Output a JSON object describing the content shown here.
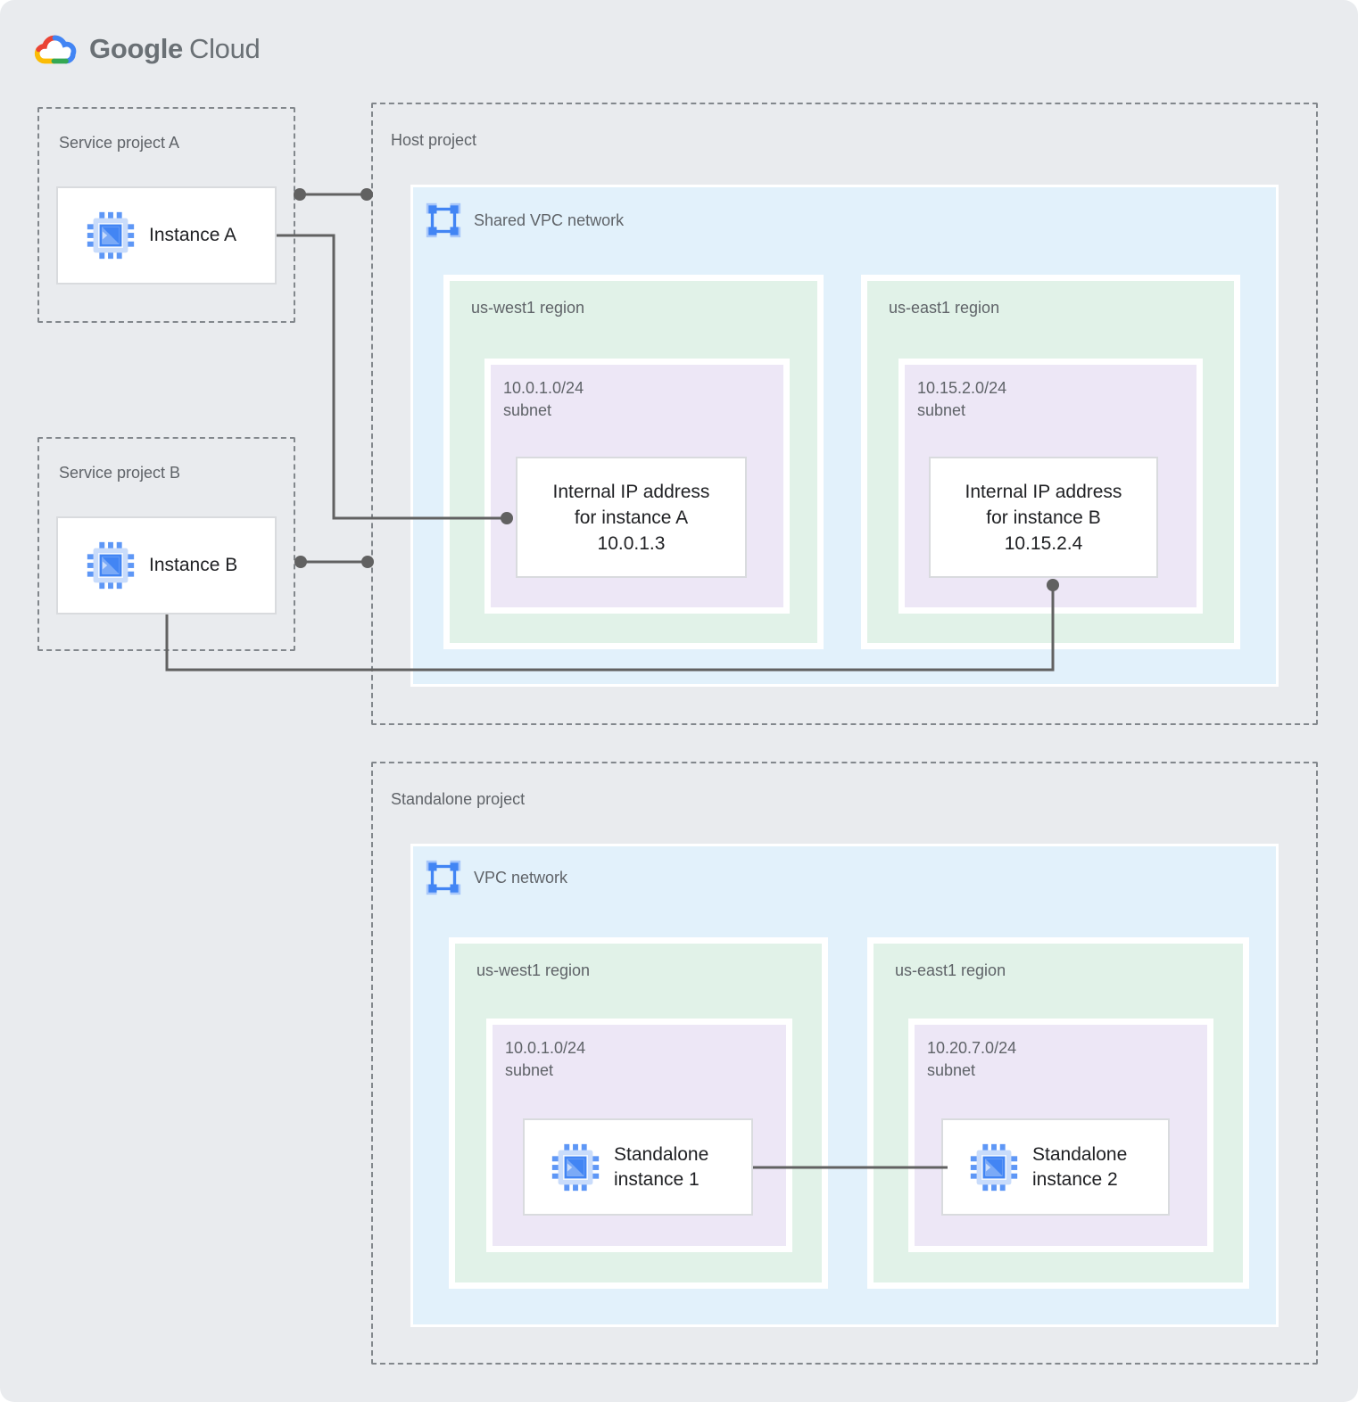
{
  "brand": {
    "google": "Google",
    "cloud": "Cloud"
  },
  "colors": {
    "background": "#E9EBEE",
    "network_blue": "#E2F1FB",
    "region_green": "#E1F2E8",
    "subnet_purple": "#EDE7F6",
    "connector": "#616161",
    "label_gray": "#5F6368",
    "card_text": "#202124",
    "google_blue": "#4285F4",
    "google_red": "#EA4335",
    "google_yellow": "#FBBC05",
    "google_green": "#34A853"
  },
  "projects": {
    "service_a": {
      "label": "Service project A",
      "instance_label": "Instance A"
    },
    "service_b": {
      "label": "Service project B",
      "instance_label": "Instance B"
    },
    "host": {
      "label": "Host project",
      "network_label": "Shared VPC network",
      "regions": [
        {
          "label": "us-west1 region",
          "subnet_cidr": "10.0.1.0/24",
          "subnet_word": "subnet",
          "card_lines": [
            "Internal IP address",
            "for instance A",
            "10.0.1.3"
          ]
        },
        {
          "label": "us-east1 region",
          "subnet_cidr": "10.15.2.0/24",
          "subnet_word": "subnet",
          "card_lines": [
            "Internal IP address",
            "for instance B",
            "10.15.2.4"
          ]
        }
      ]
    },
    "standalone": {
      "label": "Standalone project",
      "network_label": "VPC network",
      "regions": [
        {
          "label": "us-west1 region",
          "subnet_cidr": "10.0.1.0/24",
          "subnet_word": "subnet",
          "instance_lines": [
            "Standalone",
            "instance 1"
          ]
        },
        {
          "label": "us-east1 region",
          "subnet_cidr": "10.20.7.0/24",
          "subnet_word": "subnet",
          "instance_lines": [
            "Standalone",
            "instance 2"
          ]
        }
      ]
    }
  }
}
